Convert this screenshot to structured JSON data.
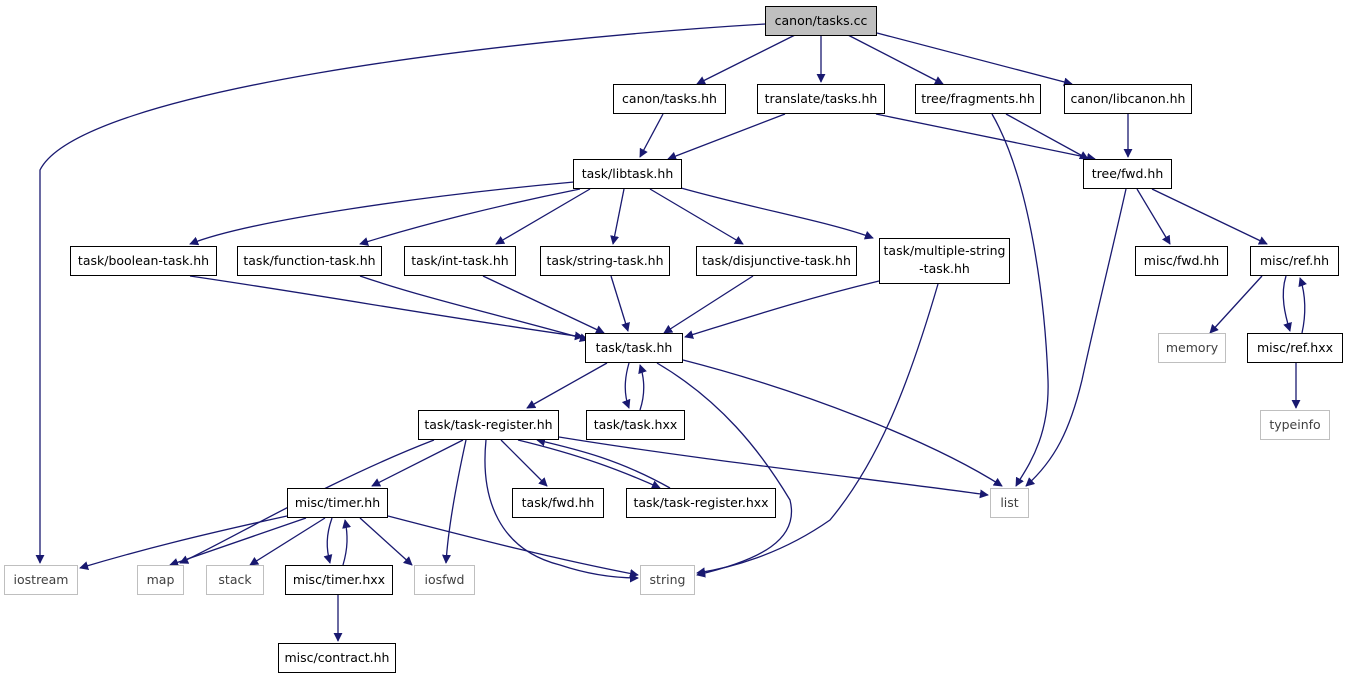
{
  "graph": {
    "root": "canon/tasks.cc",
    "nodes": {
      "canon_tasks_cc": "canon/tasks.cc",
      "iostream": "iostream",
      "canon_tasks_hh": "canon/tasks.hh",
      "translate_tasks_hh": "translate/tasks.hh",
      "tree_fragments_hh": "tree/fragments.hh",
      "canon_libcanon_hh": "canon/libcanon.hh",
      "task_libtask_hh": "task/libtask.hh",
      "tree_fwd_hh": "tree/fwd.hh",
      "task_boolean_task_hh": "task/boolean-task.hh",
      "task_function_task_hh": "task/function-task.hh",
      "task_int_task_hh": "task/int-task.hh",
      "task_string_task_hh": "task/string-task.hh",
      "task_disjunctive_task_hh": "task/disjunctive-task.hh",
      "task_multiple_string_task_hh_1": "task/multiple-string",
      "task_multiple_string_task_hh_2": "-task.hh",
      "misc_fwd_hh": "misc/fwd.hh",
      "misc_ref_hh": "misc/ref.hh",
      "memory": "memory",
      "misc_ref_hxx": "misc/ref.hxx",
      "task_task_hh": "task/task.hh",
      "typeinfo": "typeinfo",
      "task_task_hxx": "task/task.hxx",
      "task_task_register_hh": "task/task-register.hh",
      "misc_timer_hh": "misc/timer.hh",
      "task_fwd_hh": "task/fwd.hh",
      "task_task_register_hxx": "task/task-register.hxx",
      "list": "list",
      "map": "map",
      "stack": "stack",
      "misc_timer_hxx": "misc/timer.hxx",
      "iosfwd": "iosfwd",
      "string": "string",
      "misc_contract_hh": "misc/contract.hh"
    },
    "edges": [
      [
        "canon_tasks_cc",
        "iostream"
      ],
      [
        "canon_tasks_cc",
        "canon_tasks_hh"
      ],
      [
        "canon_tasks_cc",
        "translate_tasks_hh"
      ],
      [
        "canon_tasks_cc",
        "tree_fragments_hh"
      ],
      [
        "canon_tasks_cc",
        "canon_libcanon_hh"
      ],
      [
        "canon_tasks_hh",
        "task_libtask_hh"
      ],
      [
        "translate_tasks_hh",
        "task_libtask_hh"
      ],
      [
        "translate_tasks_hh",
        "tree_fwd_hh"
      ],
      [
        "tree_fragments_hh",
        "tree_fwd_hh"
      ],
      [
        "tree_fragments_hh",
        "list"
      ],
      [
        "canon_libcanon_hh",
        "tree_fwd_hh"
      ],
      [
        "task_libtask_hh",
        "task_boolean_task_hh"
      ],
      [
        "task_libtask_hh",
        "task_function_task_hh"
      ],
      [
        "task_libtask_hh",
        "task_int_task_hh"
      ],
      [
        "task_libtask_hh",
        "task_string_task_hh"
      ],
      [
        "task_libtask_hh",
        "task_disjunctive_task_hh"
      ],
      [
        "task_libtask_hh",
        "task_multiple_string_task_hh"
      ],
      [
        "tree_fwd_hh",
        "misc_fwd_hh"
      ],
      [
        "tree_fwd_hh",
        "misc_ref_hh"
      ],
      [
        "tree_fwd_hh",
        "list"
      ],
      [
        "task_boolean_task_hh",
        "task_task_hh"
      ],
      [
        "task_function_task_hh",
        "task_task_hh"
      ],
      [
        "task_int_task_hh",
        "task_task_hh"
      ],
      [
        "task_string_task_hh",
        "task_task_hh"
      ],
      [
        "task_disjunctive_task_hh",
        "task_task_hh"
      ],
      [
        "task_multiple_string_task_hh",
        "task_task_hh"
      ],
      [
        "task_multiple_string_task_hh",
        "string"
      ],
      [
        "misc_ref_hh",
        "memory"
      ],
      [
        "misc_ref_hh",
        "misc_ref_hxx"
      ],
      [
        "misc_ref_hxx",
        "misc_ref_hh"
      ],
      [
        "misc_ref_hxx",
        "typeinfo"
      ],
      [
        "task_task_hh",
        "task_task_register_hh"
      ],
      [
        "task_task_hh",
        "task_task_hxx"
      ],
      [
        "task_task_hxx",
        "task_task_hh"
      ],
      [
        "task_task_hh",
        "list"
      ],
      [
        "task_task_hh",
        "string"
      ],
      [
        "task_task_register_hh",
        "misc_timer_hh"
      ],
      [
        "task_task_register_hh",
        "map"
      ],
      [
        "task_task_register_hh",
        "iosfwd"
      ],
      [
        "task_task_register_hh",
        "string"
      ],
      [
        "task_task_register_hh",
        "task_fwd_hh"
      ],
      [
        "task_task_register_hh",
        "task_task_register_hxx"
      ],
      [
        "task_task_register_hxx",
        "task_task_register_hh"
      ],
      [
        "task_task_register_hh",
        "list"
      ],
      [
        "misc_timer_hh",
        "iostream"
      ],
      [
        "misc_timer_hh",
        "map"
      ],
      [
        "misc_timer_hh",
        "stack"
      ],
      [
        "misc_timer_hh",
        "misc_timer_hxx"
      ],
      [
        "misc_timer_hxx",
        "misc_timer_hh"
      ],
      [
        "misc_timer_hh",
        "iosfwd"
      ],
      [
        "misc_timer_hh",
        "string"
      ],
      [
        "misc_timer_hxx",
        "misc_contract_hh"
      ]
    ]
  }
}
